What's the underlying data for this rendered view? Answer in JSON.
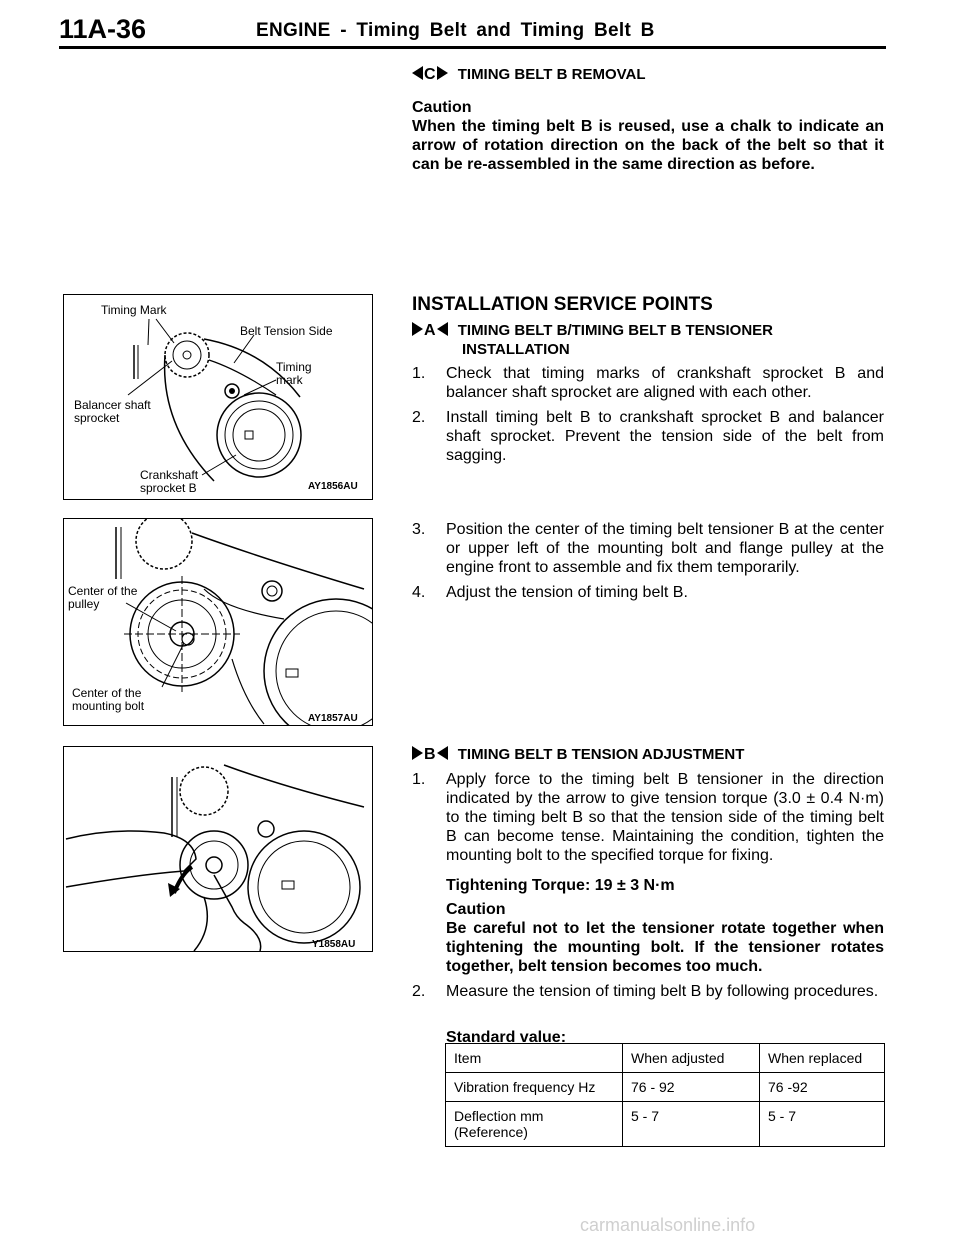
{
  "header": {
    "page_number": "11A-36",
    "title": "ENGINE - Timing Belt and Timing Belt B"
  },
  "removal": {
    "letter": "C",
    "heading": "TIMING BELT B REMOVAL",
    "caution_label": "Caution",
    "caution_text": "When the timing belt B is reused, use a chalk to indicate an arrow of rotation direction on the back of the belt so that it can be re-assembled in the same direction as before."
  },
  "installation": {
    "title": "INSTALLATION SERVICE POINTS",
    "point_a": {
      "letter": "A",
      "heading_line1": "TIMING BELT B/TIMING BELT B TENSIONER",
      "heading_line2": "INSTALLATION",
      "steps": [
        {
          "num": "1.",
          "text": "Check that timing marks of crankshaft sprocket B and balancer shaft sprocket are aligned with each other."
        },
        {
          "num": "2.",
          "text": "Install timing belt B to crankshaft sprocket B and balancer shaft sprocket. Prevent the tension side of the belt from sagging."
        },
        {
          "num": "3.",
          "text": "Position the center of the timing belt tensioner B at the center or upper left of the mounting bolt and flange pulley at the engine front to assemble and fix them temporarily."
        },
        {
          "num": "4.",
          "text": "Adjust the tension of timing belt B."
        }
      ]
    },
    "point_b": {
      "letter": "B",
      "heading": "TIMING BELT B TENSION ADJUSTMENT",
      "step1_num": "1.",
      "step1_text": "Apply force to the timing belt B tensioner in the direction indicated by the arrow to give tension torque (3.0 ± 0.4 N·m) to the timing belt B so that the tension side of the timing belt B can become tense. Maintaining the condition, tighten the mounting bolt to the specified torque for fixing.",
      "torque_label": "Tightening Torque: 19 ± 3 N·m",
      "caution_label": "Caution",
      "caution_text": "Be careful not to let the tensioner rotate together when tightening the mounting bolt. If the tensioner rotates together, belt tension becomes too much.",
      "step2_num": "2.",
      "step2_text": "Measure the tension of timing belt B by following procedures.",
      "standard_label": "Standard value:"
    }
  },
  "spec_table": {
    "headers": [
      "Item",
      "When adjusted",
      "When replaced"
    ],
    "rows": [
      [
        "Vibration frequency Hz",
        "76 - 92",
        "76 -92"
      ],
      [
        "Deflection mm (Reference)",
        "5 - 7",
        "5 - 7"
      ]
    ]
  },
  "figures": {
    "fig1": {
      "code": "AY1856AU",
      "labels": {
        "timing_mark": "Timing Mark",
        "belt_tension_side": "Belt Tension Side",
        "timing_mark_small": "Timing mark",
        "balancer": "Balancer shaft sprocket",
        "crankshaft": "Crankshaft sprocket B"
      }
    },
    "fig2": {
      "code": "AY1857AU",
      "labels": {
        "center_pulley": "Center of the pulley",
        "center_bolt": "Center of the mounting bolt"
      }
    },
    "fig3": {
      "code": "Y1858AU"
    }
  },
  "watermark": "carmanualsonline.info"
}
